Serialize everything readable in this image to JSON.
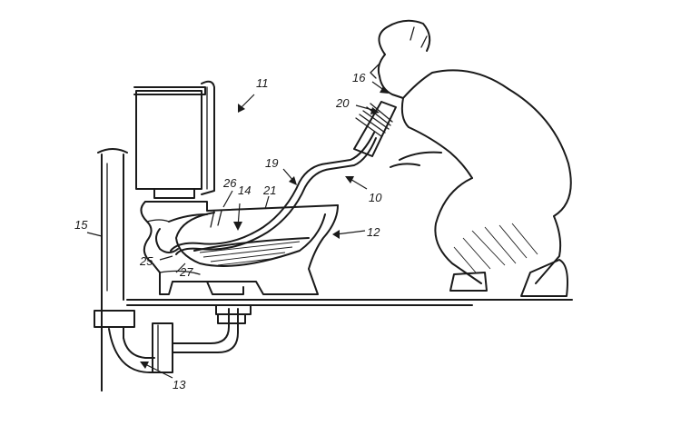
{
  "figure": {
    "reference_numerals": {
      "n10": "10",
      "n11": "11",
      "n12": "12",
      "n13": "13",
      "n14": "14",
      "n15": "15",
      "n16": "16",
      "n19": "19",
      "n20": "20",
      "n21": "21",
      "n25": "25",
      "n26": "26",
      "n27": "27"
    }
  }
}
